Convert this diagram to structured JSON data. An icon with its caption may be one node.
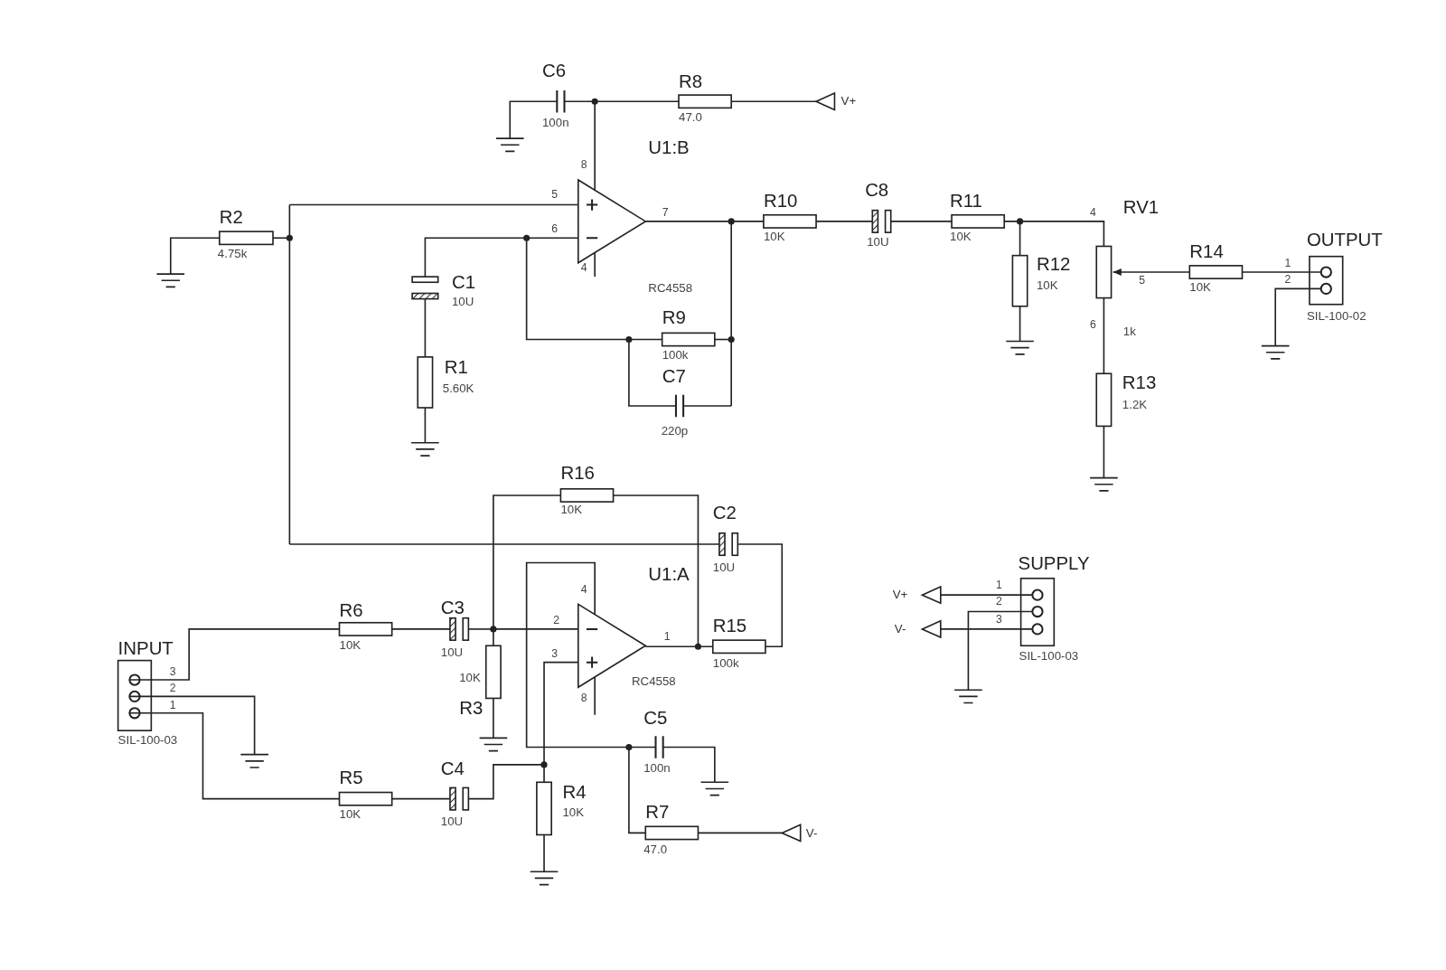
{
  "diagram": {
    "labels": [
      "C6",
      "100n",
      "R8",
      "47.0",
      "V+",
      "U1:B",
      "8",
      "5",
      "7",
      "R2",
      "4.75k",
      "6",
      "R10",
      "C8",
      "R11",
      "RV1",
      "4",
      "10K",
      "10U",
      "10K",
      "4",
      "C1",
      "10U",
      "R12",
      "10K",
      "R14",
      "5",
      "OUTPUT",
      "1",
      "2",
      "10K",
      "SIL-100-02",
      "RC4558",
      "R9",
      "6",
      "1k",
      "100k",
      "R1",
      "5.60K",
      "C7",
      "R13",
      "1.2K",
      "220p",
      "R16",
      "10K",
      "C2",
      "10U",
      "SUPPLY",
      "U1:A",
      "4",
      "1",
      "V+",
      "R6",
      "C3",
      "2",
      "2",
      "1",
      "R15",
      "V-",
      "3",
      "INPUT",
      "10K",
      "10U",
      "3",
      "SIL-100-03",
      "100k",
      "3",
      "10K",
      "RC4558",
      "2",
      "R3",
      "8",
      "1",
      "C5",
      "SIL-100-03",
      "100n",
      "R5",
      "C4",
      "R4",
      "10K",
      "10K",
      "R7",
      "V-",
      "10U",
      "47.0"
    ]
  }
}
